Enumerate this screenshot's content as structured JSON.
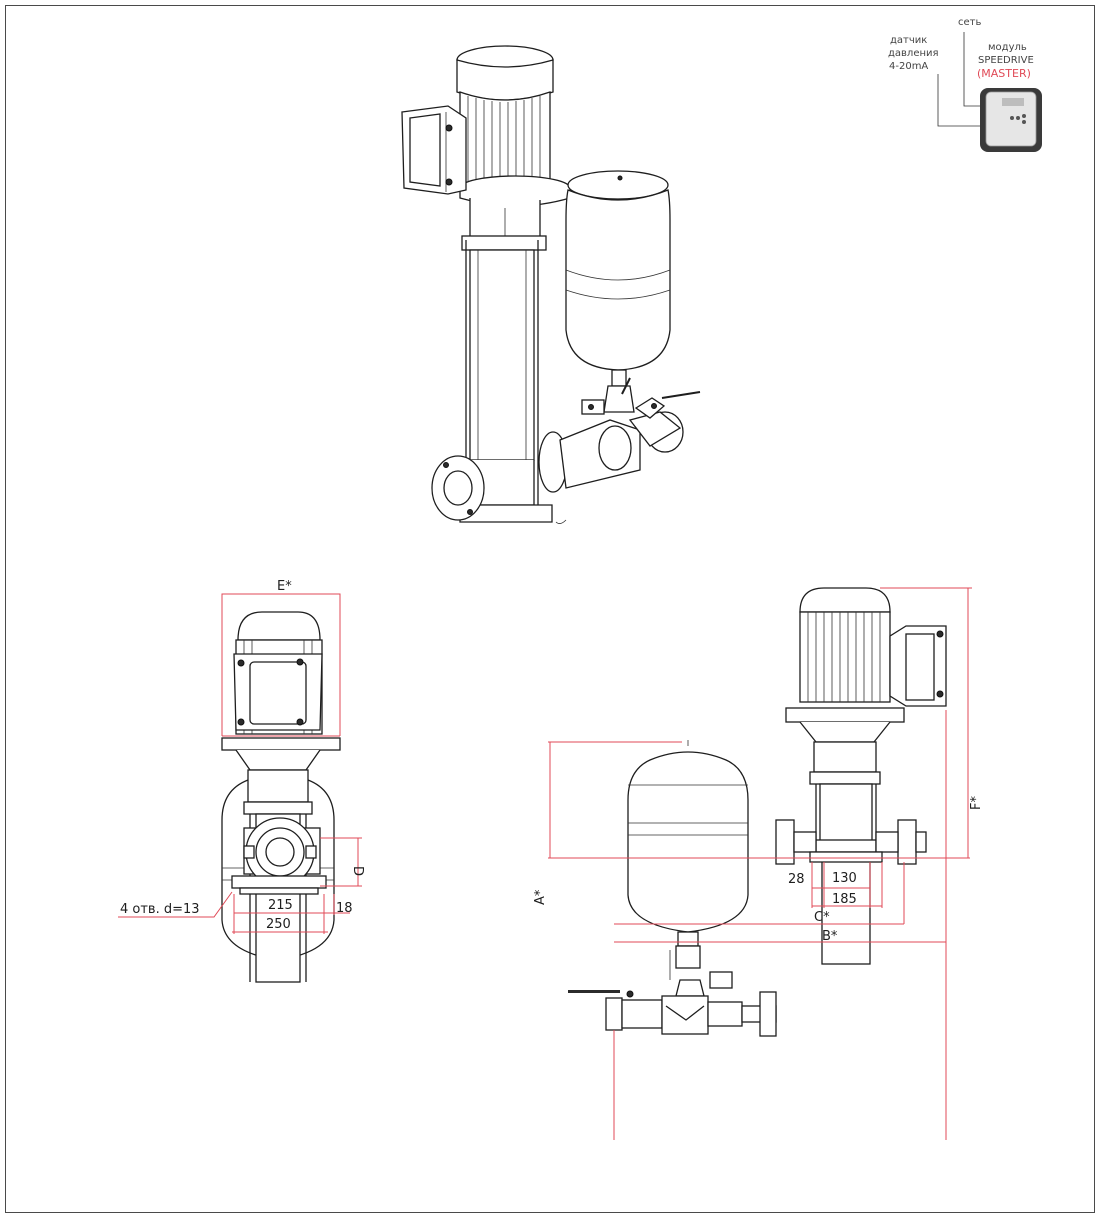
{
  "labels": {
    "sensor_line1": "датчик",
    "sensor_line2": "давления",
    "sensor_line3": "4-20mA",
    "mains": "сеть",
    "module_line1": "модуль",
    "module_line2": "SPEEDRIVE",
    "module_line3": "(MASTER)"
  },
  "dimensions": {
    "E": "E*",
    "D": "D",
    "holes": "4 отв. d=13",
    "d215": "215",
    "d18": "18",
    "d250": "250",
    "A": "A*",
    "F": "F*",
    "d28": "28",
    "d130": "130",
    "d185": "185",
    "C": "C*",
    "B": "B*"
  },
  "colors": {
    "dimension_line": "#e04a57",
    "drawing_line": "#1e1e1e",
    "master_label": "#e04a57",
    "frame": "#4a4a4a"
  }
}
